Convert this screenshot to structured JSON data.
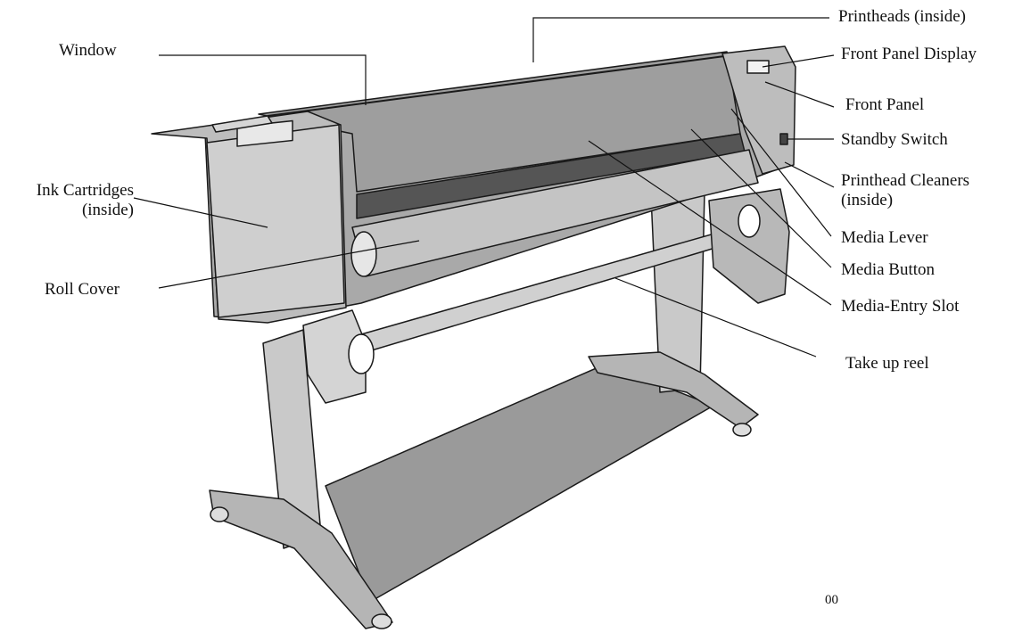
{
  "labels": {
    "window": "Window",
    "ink_line1": "Ink Cartridges",
    "ink_line2": "(inside)",
    "roll_cover": "Roll Cover",
    "printheads": "Printheads (inside)",
    "front_panel_display": "Front Panel Display",
    "front_panel": "Front Panel",
    "standby_switch": "Standby Switch",
    "cleaners_line1": "Printhead Cleaners",
    "cleaners_line2": "(inside)",
    "media_lever": "Media Lever",
    "media_button": "Media Button",
    "media_entry_slot": "Media-Entry Slot",
    "take_up_reel": "Take up reel",
    "figure_code": "00"
  },
  "colors": {
    "body": "#a9a9a9",
    "body_light": "#c9c9c9",
    "body_dark": "#6e6e6e",
    "outline": "#1a1a1a",
    "leader": "#111111"
  }
}
